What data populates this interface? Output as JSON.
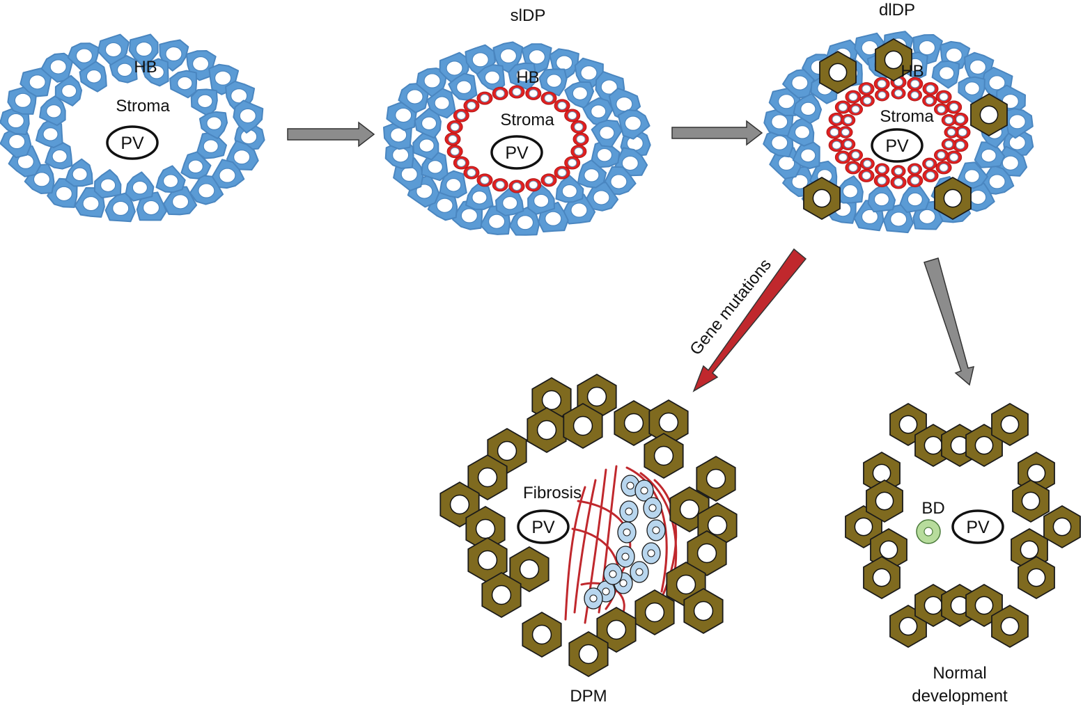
{
  "panels": {
    "stage1": {
      "hb": "HB",
      "stroma": "Stroma",
      "pv": "PV"
    },
    "sldp": {
      "title": "slDP",
      "hb": "HB",
      "stroma": "Stroma",
      "pv": "PV"
    },
    "dldp": {
      "title": "dlDP",
      "hb": "HB",
      "stroma": "Stroma",
      "pv": "PV"
    },
    "dpm": {
      "title": "DPM",
      "fibrosis": "Fibrosis",
      "pv": "PV"
    },
    "normal": {
      "title_line1": "Normal",
      "title_line2": "development",
      "bd": "BD",
      "pv": "PV"
    }
  },
  "arrows": {
    "gene_mutations": "Gene mutations"
  },
  "colors": {
    "hepatoblast": "#5b9bd5",
    "hepatoblast_stroke": "#4a86c0",
    "cholangiocyte_ring": "#e02020",
    "mature_cell": "#7f6a1f",
    "mature_stroke": "#1a1a1a",
    "fibrosis": "#c0282d",
    "arrow_gray": "#8c8c8c",
    "arrow_red": "#c0282d",
    "ductal_cell": "#b8d6ee",
    "bile_duct": "#b7dc9c"
  },
  "icons": {
    "hepatoblast": "blob-cell-icon",
    "mature": "hexagon-cell-icon",
    "bile_duct": "ring-icon"
  }
}
